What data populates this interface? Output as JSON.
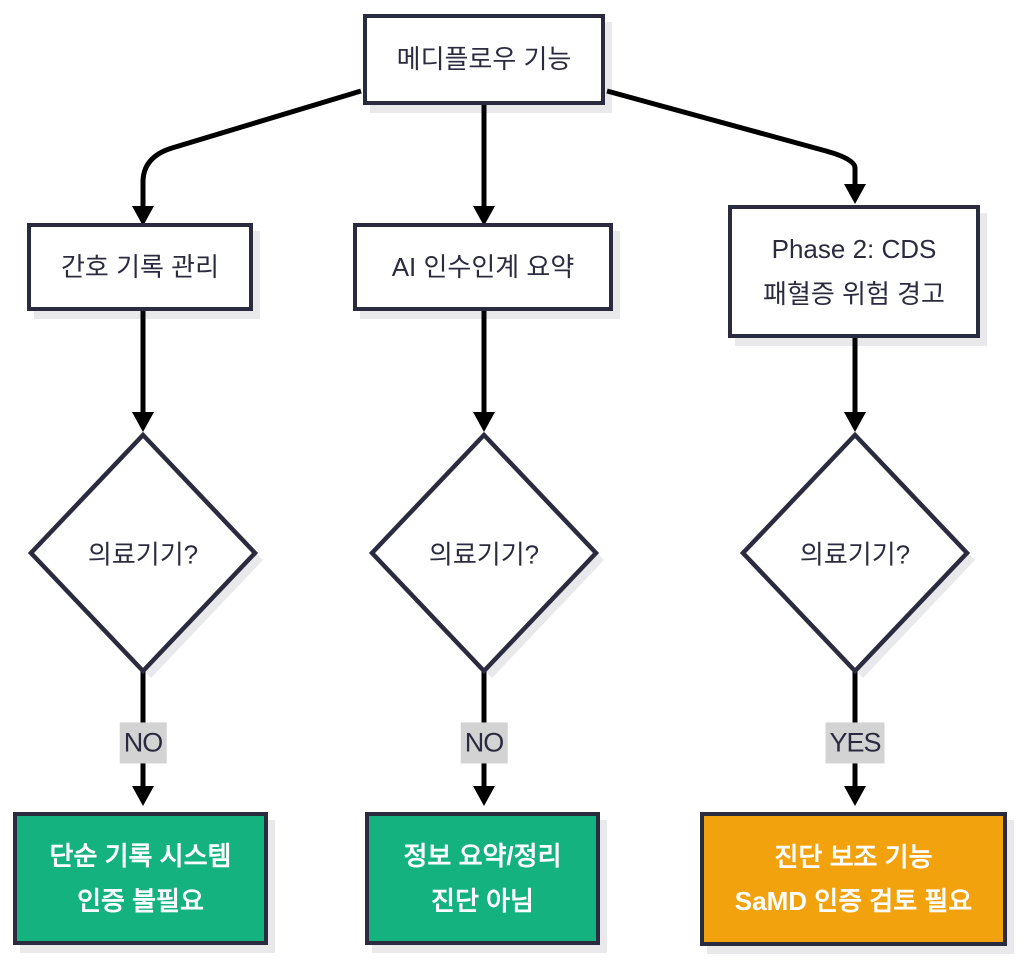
{
  "diagram": {
    "root": {
      "label": "메디플로우 기능"
    },
    "branches": [
      {
        "feature_line1": "간호 기록 관리",
        "feature_line2": "",
        "decision": "의료기기?",
        "answer": "NO",
        "outcome_line1": "단순 기록 시스템",
        "outcome_line2": "인증 불필요",
        "outcome_color": "green"
      },
      {
        "feature_line1": "AI 인수인계 요약",
        "feature_line2": "",
        "decision": "의료기기?",
        "answer": "NO",
        "outcome_line1": "정보 요약/정리",
        "outcome_line2": "진단 아님",
        "outcome_color": "green"
      },
      {
        "feature_line1": "Phase 2: CDS",
        "feature_line2": "패혈증 위험 경고",
        "decision": "의료기기?",
        "answer": "YES",
        "outcome_line1": "진단 보조 기능",
        "outcome_line2": "SaMD 인증 검토 필요",
        "outcome_color": "orange"
      }
    ],
    "colors": {
      "border": "#2b2b40",
      "green": "#14b27e",
      "orange": "#f2a20d",
      "label_bg": "#d3d3d3",
      "line": "#000000"
    }
  }
}
